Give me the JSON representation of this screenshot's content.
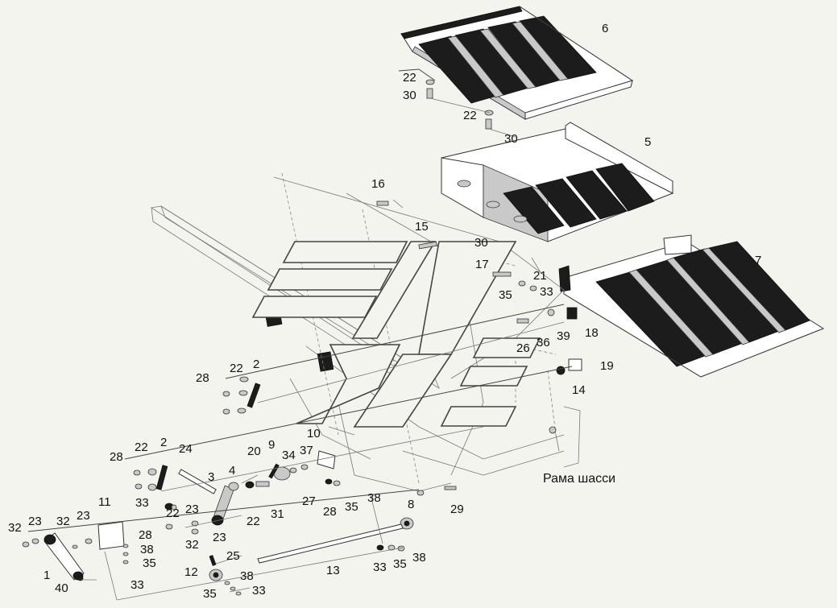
{
  "caption": "Рама шасси",
  "callouts": [
    "1",
    "2",
    "2",
    "3",
    "4",
    "5",
    "6",
    "7",
    "8",
    "9",
    "10",
    "11",
    "12",
    "13",
    "14",
    "15",
    "16",
    "17",
    "18",
    "19",
    "20",
    "21",
    "22",
    "22",
    "22",
    "22",
    "22",
    "22",
    "23",
    "23",
    "23",
    "23",
    "24",
    "25",
    "26",
    "27",
    "28",
    "28",
    "28",
    "28",
    "29",
    "30",
    "30",
    "30",
    "31",
    "32",
    "32",
    "32",
    "33",
    "33",
    "33",
    "33",
    "33",
    "34",
    "35",
    "35",
    "35",
    "35",
    "35",
    "36",
    "37",
    "38",
    "38",
    "38",
    "38",
    "39",
    "40"
  ]
}
